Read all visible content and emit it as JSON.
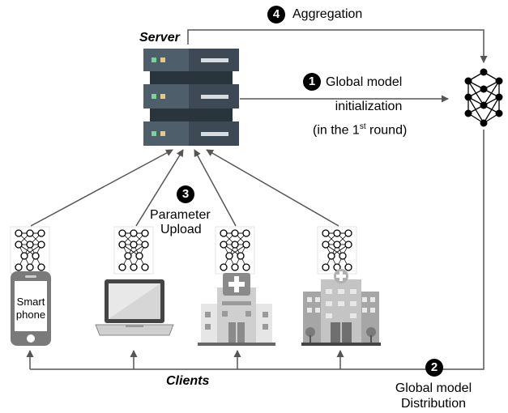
{
  "labels": {
    "server": "Server",
    "clients": "Clients",
    "aggregation": "Aggregation",
    "global_init_line1": "Global model",
    "global_init_line2": "initialization",
    "global_init_line3_prefix": "(in the 1",
    "global_init_line3_sup": "st",
    "global_init_line3_suffix": " round)",
    "param_upload_line1": "Parameter",
    "param_upload_line2": "Upload",
    "distribution_line1": "Global model",
    "distribution_line2": "Distribution",
    "smartphone_line1": "Smart",
    "smartphone_line2": "phone"
  },
  "steps": {
    "aggregation": "4",
    "initialization": "1",
    "upload": "3",
    "distribution": "2"
  },
  "colors": {
    "server_dark": "#2f3b45",
    "server_light": "#4a5966",
    "arrow": "#555555",
    "building": "#8a8a8a",
    "device": "#777777"
  }
}
